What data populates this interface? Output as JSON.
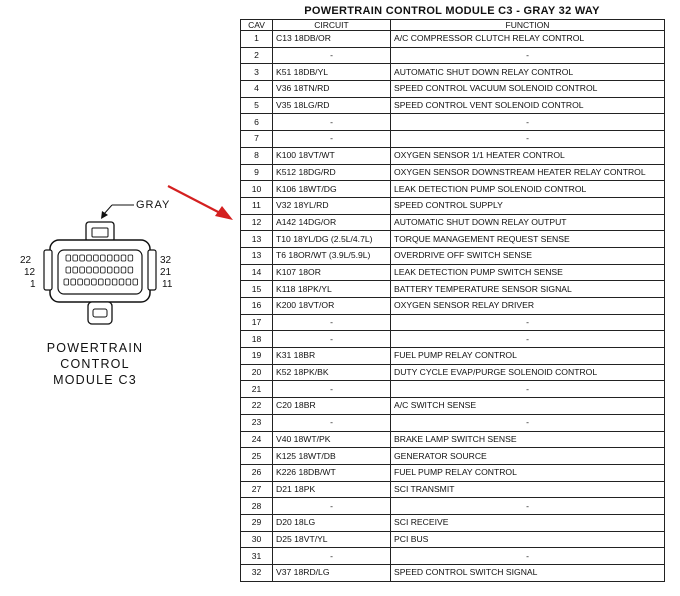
{
  "table": {
    "title": "POWERTRAIN CONTROL MODULE C3 - GRAY 32 WAY",
    "headers": {
      "cav": "CAV",
      "circuit": "CIRCUIT",
      "function": "FUNCTION"
    },
    "rows": [
      {
        "cav": "1",
        "circuit": "C13 18DB/OR",
        "function": "A/C COMPRESSOR CLUTCH RELAY CONTROL"
      },
      {
        "cav": "2",
        "circuit": "-",
        "function": "-"
      },
      {
        "cav": "3",
        "circuit": "K51 18DB/YL",
        "function": "AUTOMATIC SHUT DOWN RELAY CONTROL"
      },
      {
        "cav": "4",
        "circuit": "V36 18TN/RD",
        "function": "SPEED CONTROL VACUUM SOLENOID CONTROL"
      },
      {
        "cav": "5",
        "circuit": "V35 18LG/RD",
        "function": "SPEED CONTROL VENT SOLENOID CONTROL"
      },
      {
        "cav": "6",
        "circuit": "-",
        "function": "-"
      },
      {
        "cav": "7",
        "circuit": "-",
        "function": "-"
      },
      {
        "cav": "8",
        "circuit": "K100 18VT/WT",
        "function": "OXYGEN SENSOR 1/1 HEATER CONTROL"
      },
      {
        "cav": "9",
        "circuit": "K512 18DG/RD",
        "function": "OXYGEN SENSOR DOWNSTREAM HEATER RELAY CONTROL"
      },
      {
        "cav": "10",
        "circuit": "K106 18WT/DG",
        "function": "LEAK DETECTION PUMP SOLENOID CONTROL"
      },
      {
        "cav": "11",
        "circuit": "V32 18YL/RD",
        "function": "SPEED CONTROL SUPPLY"
      },
      {
        "cav": "12",
        "circuit": "A142 14DG/OR",
        "function": "AUTOMATIC SHUT DOWN RELAY OUTPUT"
      },
      {
        "cav": "13",
        "circuit": "T10 18YL/DG (2.5L/4.7L)",
        "function": "TORQUE MANAGEMENT REQUEST SENSE"
      },
      {
        "cav": "13",
        "circuit": "T6 18OR/WT (3.9L/5.9L)",
        "function": "OVERDRIVE OFF SWITCH SENSE"
      },
      {
        "cav": "14",
        "circuit": "K107 18OR",
        "function": "LEAK DETECTION PUMP SWITCH SENSE"
      },
      {
        "cav": "15",
        "circuit": "K118 18PK/YL",
        "function": "BATTERY TEMPERATURE SENSOR SIGNAL"
      },
      {
        "cav": "16",
        "circuit": "K200 18VT/OR",
        "function": "OXYGEN SENSOR RELAY DRIVER"
      },
      {
        "cav": "17",
        "circuit": "-",
        "function": "-"
      },
      {
        "cav": "18",
        "circuit": "-",
        "function": "-"
      },
      {
        "cav": "19",
        "circuit": "K31 18BR",
        "function": "FUEL PUMP RELAY CONTROL"
      },
      {
        "cav": "20",
        "circuit": "K52 18PK/BK",
        "function": "DUTY CYCLE EVAP/PURGE SOLENOID CONTROL"
      },
      {
        "cav": "21",
        "circuit": "-",
        "function": "-"
      },
      {
        "cav": "22",
        "circuit": "C20 18BR",
        "function": "A/C SWITCH SENSE"
      },
      {
        "cav": "23",
        "circuit": "-",
        "function": "-"
      },
      {
        "cav": "24",
        "circuit": "V40 18WT/PK",
        "function": "BRAKE LAMP SWITCH SENSE"
      },
      {
        "cav": "25",
        "circuit": "K125 18WT/DB",
        "function": "GENERATOR SOURCE"
      },
      {
        "cav": "26",
        "circuit": "K226 18DB/WT",
        "function": "FUEL PUMP RELAY CONTROL"
      },
      {
        "cav": "27",
        "circuit": "D21 18PK",
        "function": "SCI TRANSMIT"
      },
      {
        "cav": "28",
        "circuit": "-",
        "function": "-"
      },
      {
        "cav": "29",
        "circuit": "D20 18LG",
        "function": "SCI RECEIVE"
      },
      {
        "cav": "30",
        "circuit": "D25 18VT/YL",
        "function": "PCI BUS"
      },
      {
        "cav": "31",
        "circuit": "-",
        "function": "-"
      },
      {
        "cav": "32",
        "circuit": "V37 18RD/LG",
        "function": "SPEED CONTROL SWITCH SIGNAL"
      }
    ]
  },
  "connector": {
    "color_label": "GRAY",
    "pin_labels_left": [
      "22",
      "12",
      "1"
    ],
    "pin_labels_right": [
      "32",
      "21",
      "11"
    ],
    "module_label_lines": [
      "POWERTRAIN",
      "CONTROL",
      "MODULE C3"
    ]
  },
  "colors": {
    "arrow": "#d42020",
    "ink": "#111111"
  }
}
